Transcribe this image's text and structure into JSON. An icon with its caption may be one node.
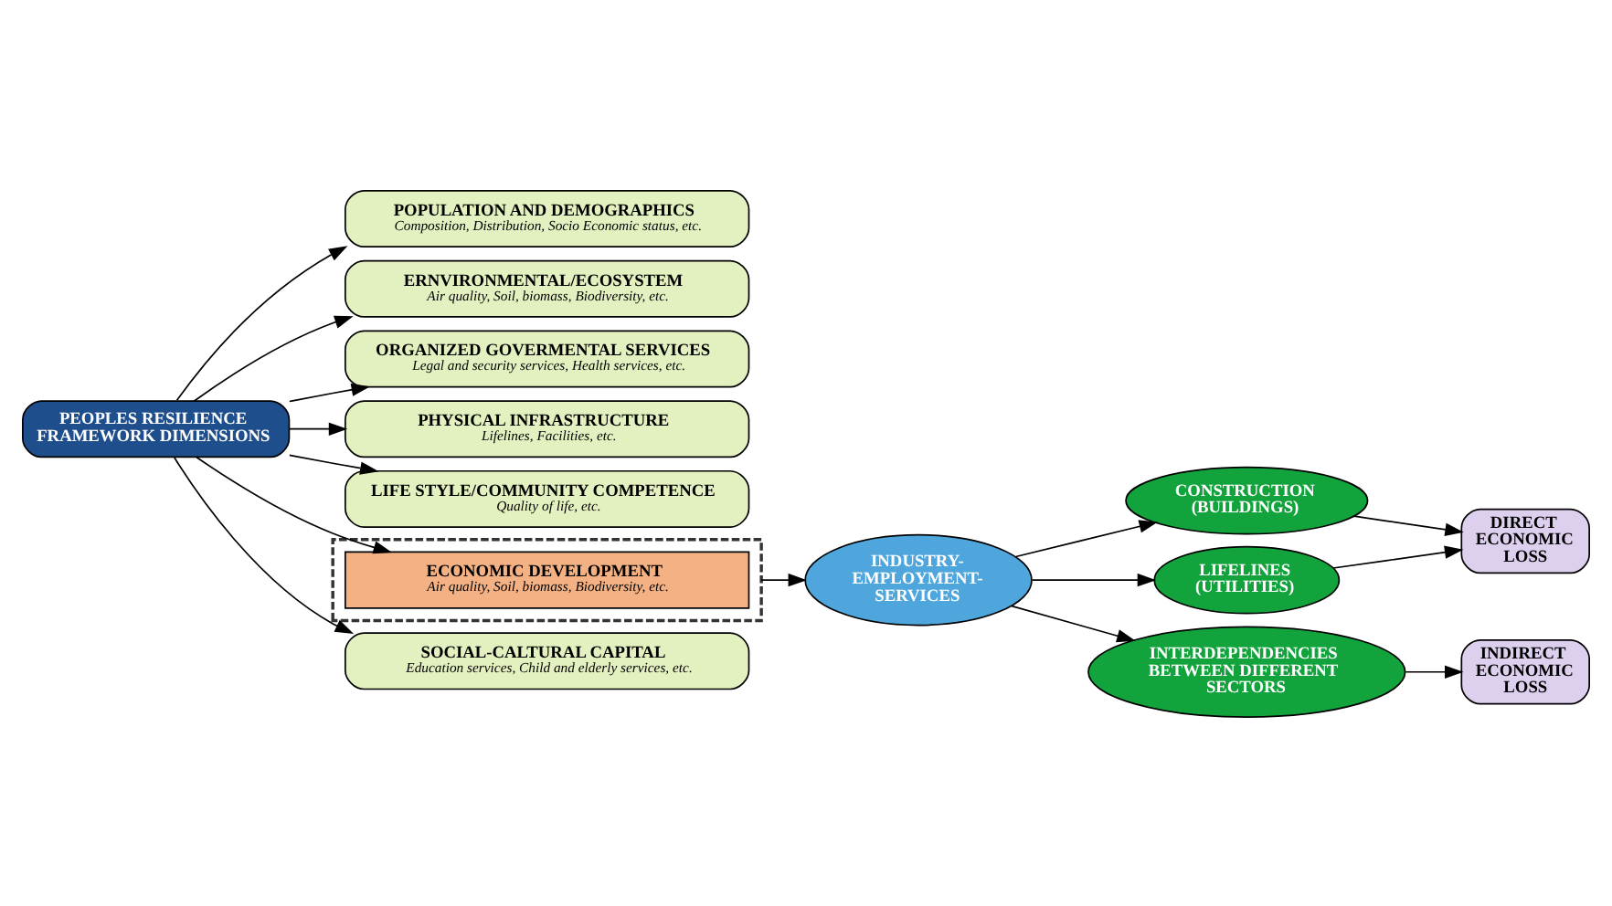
{
  "diagram": {
    "nodes": [
      {
        "text": [
          "PEOPLES RESILIENCE FRAMEWORK DIMENSIONS"
        ]
      },
      {
        "text": [
          "POPULATION AND DEMOGRAPHICS",
          "Composition, Distribution, Socio Economic status, etc."
        ]
      },
      {
        "text": [
          "ERNVIRONMENTAL/ECOSYSTEM",
          "Air quality, Soil, biomass, Biodiversity, etc."
        ]
      },
      {
        "text": [
          "ORGANIZED GOVERMENTAL SERVICES",
          "Legal and security services, Health services, etc."
        ]
      },
      {
        "text": [
          "PHYSICAL INFRASTRUCTURE",
          "Lifelines, Facilities, etc."
        ]
      },
      {
        "text": [
          "LIFE STYLE/COMMUNITY COMPETENCE",
          "Quality of life, etc."
        ]
      },
      {
        "text": [],
        "shape": "box"
      },
      {
        "text": [
          "ECONOMIC DEVELOPMENT",
          "Air quality, Soil, biomass, Biodiversity, etc."
        ],
        "in": 6
      },
      {
        "text": [
          "SOCIAL-CALTURAL CAPITAL",
          "Education services, Child and elderly services, etc."
        ]
      },
      {
        "text": [
          "INDUSTRY-EMPLOYMENT-SERVICES"
        ]
      },
      {
        "text": [
          "CONSTRUCTION (BUILDINGS)"
        ]
      },
      {
        "text": [
          "LIFELINES (UTILITIES)"
        ]
      },
      {
        "text": [
          "INTERDEPENDENCIES BETWEEN DIFFERENT SECTORS"
        ]
      },
      {
        "text": [
          "DIRECT ECONOMIC LOSS"
        ]
      },
      {
        "text": [
          "INDIRECT ECONOMIC LOSS"
        ]
      }
    ],
    "edges": [
      {
        "from": 0,
        "to": 1,
        "arrow": "to"
      },
      {
        "from": 0,
        "to": 2,
        "arrow": "to"
      },
      {
        "from": 0,
        "to": 3,
        "arrow": "to"
      },
      {
        "from": 0,
        "to": 4,
        "arrow": "to"
      },
      {
        "from": 0,
        "to": 5,
        "arrow": "to"
      },
      {
        "from": 0,
        "to": 7,
        "arrow": "to"
      },
      {
        "from": 0,
        "to": 8,
        "arrow": "to"
      },
      {
        "from": 6,
        "to": 9,
        "arrow": "to"
      },
      {
        "from": 9,
        "to": 10,
        "arrow": "to"
      },
      {
        "from": 9,
        "to": 11,
        "arrow": "to"
      },
      {
        "from": 9,
        "to": 12,
        "arrow": "to"
      },
      {
        "from": 10,
        "to": 13,
        "arrow": "to"
      },
      {
        "from": 11,
        "to": 13,
        "arrow": "to"
      },
      {
        "from": 12,
        "to": 14,
        "arrow": "to"
      }
    ]
  }
}
